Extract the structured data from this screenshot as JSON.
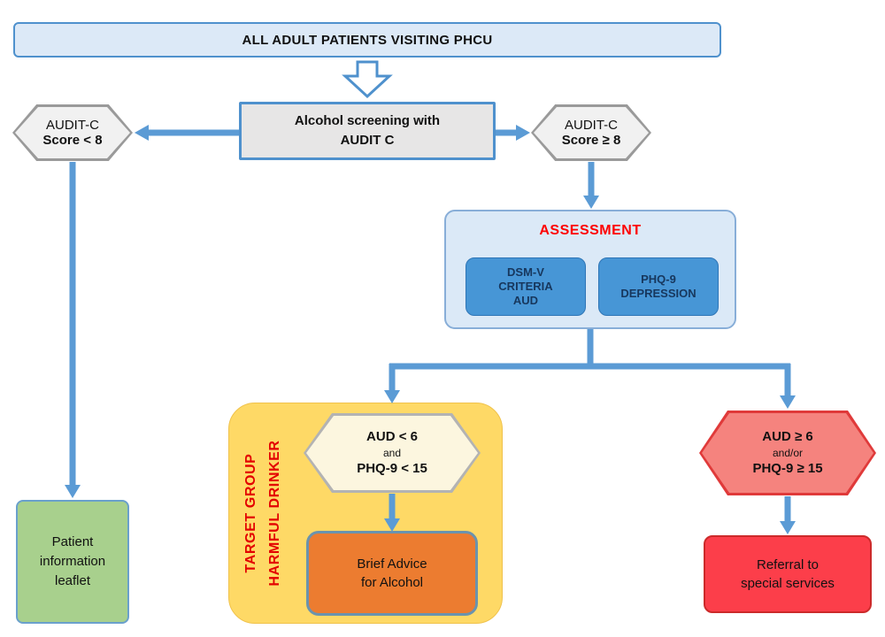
{
  "colors": {
    "arrow_blue": "#5b9bd5",
    "banner_fill": "#dce9f7",
    "banner_border": "#4f91cd",
    "assessment_title_red": "#fe0000",
    "target_label_red": "#e30000",
    "yellow_group": "#fed966",
    "orange_action": "#ec7c30",
    "red_action": "#fc3e4a",
    "green_action": "#a8d08d",
    "pink_hex": "#f5837e",
    "cream_hex": "#fcf6df",
    "gray_hex": "#f1f1f1",
    "blue_subbox": "#4796d6"
  },
  "nodes": {
    "banner": "ALL ADULT PATIENTS VISITING PHCU",
    "screening": {
      "line1": "Alcohol screening with",
      "line2": "AUDIT C"
    },
    "hex_low": {
      "line1": "AUDIT-C",
      "line2": "Score < 8"
    },
    "hex_high": {
      "line1": "AUDIT-C",
      "line2": "Score ≥ 8"
    },
    "assessment": {
      "title": "ASSESSMENT",
      "dsm": {
        "line1": "DSM-V",
        "line2": "CRITERIA",
        "line3": "AUD"
      },
      "phq": {
        "line1": "PHQ-9",
        "line2": "DEPRESSION"
      }
    },
    "target_group": {
      "label1": "TARGET GROUP",
      "label2": "HARMFUL DRINKER",
      "hex": {
        "line1": "AUD < 6",
        "line2": "and",
        "line3": "PHQ-9 < 15"
      },
      "action": {
        "line1": "Brief Advice",
        "line2": "for Alcohol"
      }
    },
    "high_risk": {
      "hex": {
        "line1": "AUD ≥ 6",
        "line2": "and/or",
        "line3": "PHQ-9 ≥ 15"
      },
      "action": {
        "line1": "Referral to",
        "line2": "special services"
      }
    },
    "leaflet": {
      "line1": "Patient",
      "line2": "information",
      "line3": "leaflet"
    }
  }
}
